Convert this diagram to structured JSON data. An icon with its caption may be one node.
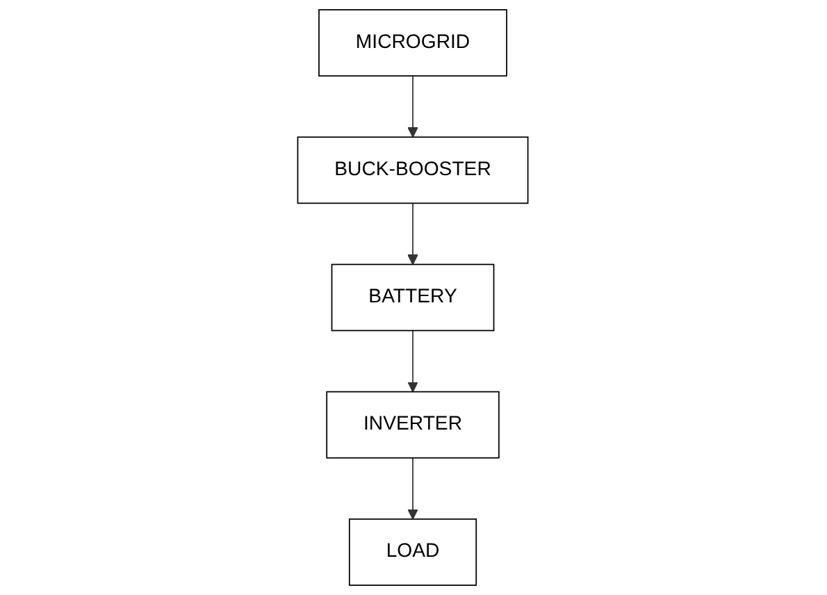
{
  "diagram": {
    "nodes": [
      {
        "text": [
          "MICROGRID"
        ]
      },
      {
        "text": [
          "BUCK-BOOSTER"
        ]
      },
      {
        "text": [
          "BATTERY"
        ]
      },
      {
        "text": [
          "INVERTER"
        ]
      },
      {
        "text": [
          "LOAD"
        ]
      }
    ],
    "edges": [
      {
        "from": 0,
        "to": 1,
        "arrow": "to"
      },
      {
        "from": 1,
        "to": 2,
        "arrow": "to"
      },
      {
        "from": 2,
        "to": 3,
        "arrow": "to"
      },
      {
        "from": 3,
        "to": 4,
        "arrow": "to"
      }
    ]
  }
}
